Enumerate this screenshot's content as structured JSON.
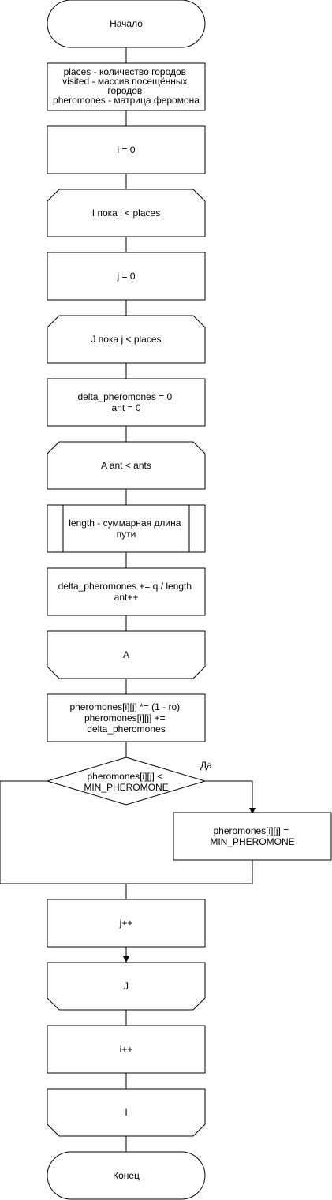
{
  "flowchart": {
    "start": {
      "label": "Начало"
    },
    "declarations": {
      "lines": [
        "places - количество городов",
        "visited - массив посещённых",
        "городов",
        "pheromones - матрица феромона"
      ]
    },
    "init_i": {
      "label": "i = 0"
    },
    "loop_i_start": {
      "label": "I пока i < places"
    },
    "init_j": {
      "label": "j = 0"
    },
    "loop_j_start": {
      "label": "J пока j < places"
    },
    "init_delta": {
      "lines": [
        "delta_pheromones = 0",
        "ant = 0"
      ]
    },
    "loop_ant_start": {
      "label": "A ant < ants"
    },
    "length_subroutine": {
      "lines": [
        "length - суммарная длина",
        "пути"
      ]
    },
    "update_delta": {
      "lines": [
        "delta_pheromones += q / length",
        "ant++"
      ]
    },
    "loop_ant_end": {
      "label": "A"
    },
    "evaporate": {
      "lines": [
        "pheromones[i][j] *= (1 - ro)",
        "pheromones[i][j] +=",
        "delta_pheromones"
      ]
    },
    "condition": {
      "lines": [
        "pheromones[i][j] <",
        "MIN_PHEROMONE"
      ],
      "yes_label": "Да"
    },
    "set_min": {
      "lines": [
        "pheromones[i][j] =",
        "MIN_PHEROMONE"
      ]
    },
    "inc_j": {
      "label": "j++"
    },
    "loop_j_end": {
      "label": "J"
    },
    "inc_i": {
      "label": "i++"
    },
    "loop_i_end": {
      "label": "I"
    },
    "end": {
      "label": "Конец"
    }
  }
}
